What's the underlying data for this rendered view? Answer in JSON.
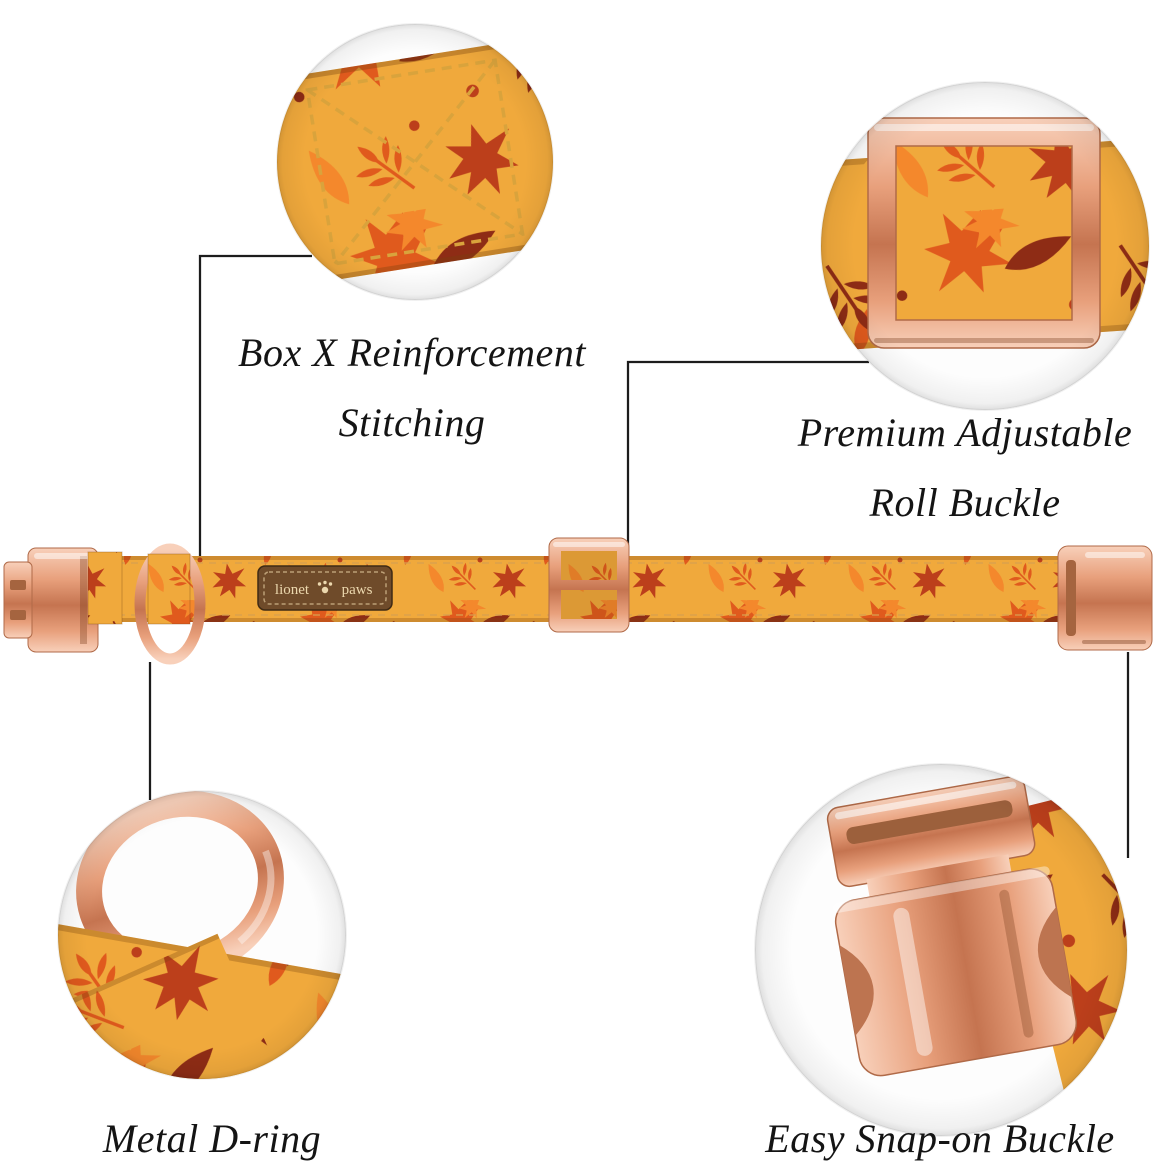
{
  "callouts": {
    "stitching": {
      "line1": "Box X Reinforcement",
      "line2": "Stitching"
    },
    "roll_buckle": {
      "line1": "Premium Adjustable",
      "line2": "Roll Buckle"
    },
    "d_ring": {
      "label": "Metal D-ring"
    },
    "snap_buckle": {
      "label": "Easy Snap-on Buckle"
    }
  },
  "collar": {
    "brand_tag": {
      "text_left": "lionet",
      "text_right": "paws"
    }
  },
  "colors": {
    "background": "#ffffff",
    "rose_gold_light": "#f8d0ba",
    "rose_gold": "#e8a07c",
    "rose_gold_dark": "#c57450",
    "fabric_gold": "#f0a93c",
    "leaf_orange": "#e05a1d",
    "leaf_red": "#bc3f1b",
    "leaf_dark_red": "#8e2c15",
    "leaf_light_orange": "#f4882c",
    "stitch_gold": "#d9a33c",
    "tag_brown": "#6f4b2a",
    "tag_text": "#ecd8ae",
    "connector": "#1c1c1c",
    "label_text": "#141414"
  }
}
